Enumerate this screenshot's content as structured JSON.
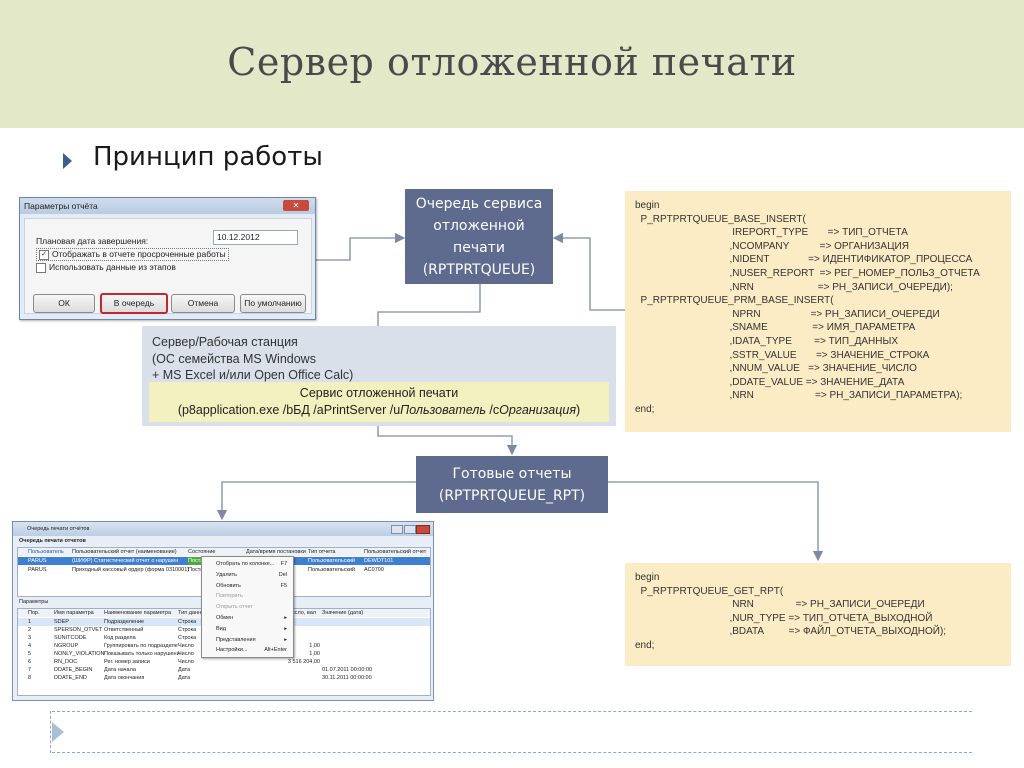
{
  "slide": {
    "title": "Сервер отложенной печати",
    "bullet": "Принцип работы"
  },
  "queue_box": {
    "label": "Очередь сервиса\nотложенной\nпечати\n(RPTPRTQUEUE)"
  },
  "ready_box": {
    "label": "Готовые отчеты\n(RPTPRTQUEUE_RPT)"
  },
  "code_insert": "begin\n  P_RPTPRTQUEUE_BASE_INSERT(\n                                   IREPORT_TYPE       => ТИП_ОТЧЕТА\n                                  ,NCOMPANY           => ОРГАНИЗАЦИЯ\n                                  ,NIDENT              => ИДЕНТИФИКАТОР_ПРОЦЕССА\n                                  ,NUSER_REPORT  => РЕГ_НОМЕР_ПОЛЬЗ_ОТЧЕТА\n                                  ,NRN                       => РН_ЗАПИСИ_ОЧЕРЕДИ);\n  P_RPTPRTQUEUE_PRM_BASE_INSERT(\n                                   NPRN                  => РН_ЗАПИСИ_ОЧЕРЕДИ\n                                  ,SNAME                => ИМЯ_ПАРАМЕТРА\n                                  ,IDATA_TYPE        => ТИП_ДАННЫХ\n                                  ,SSTR_VALUE       => ЗНАЧЕНИЕ_СТРОКА\n                                  ,NNUM_VALUE   => ЗНАЧЕНИЕ_ЧИСЛО\n                                  ,DDATE_VALUE => ЗНАЧЕНИЕ_ДАТА\n                                  ,NRN                      => РН_ЗАПИСИ_ПАРАМЕТРА);\nend;",
  "code_get": "begin\n  P_RPTPRTQUEUE_GET_RPT(\n                                   NRN               => РН_ЗАПИСИ_ОЧЕРЕДИ\n                                  ,NUR_TYPE => ТИП_ОТЧЕТА_ВЫХОДНОЙ\n                                  ,BDATA         => ФАЙЛ_ОТЧЕТА_ВЫХОДНОЙ);\nend;",
  "server": {
    "text": "Сервер/Рабочая станция\n(ОС семейства MS Windows\n+ MS Excel и/или Open Office Calc)",
    "service_line1": "Сервис отложенной печати",
    "service_line2_a": "(p8application.exe /bБД /aPrintServer /u",
    "service_line2_b": "Пользователь",
    "service_line2_c": " /c",
    "service_line2_d": "Организация",
    "service_line2_e": ")"
  },
  "dialog": {
    "title": "Параметры отчёта",
    "close": "✕",
    "date_label": "Плановая дата завершения:",
    "date_value": "10.12.2012",
    "check1_label": "Отображать в отчете просроченные работы",
    "check2_label": "Использовать данные из этапов",
    "ok": "ОК",
    "queue": "В очередь",
    "cancel": "Отмена",
    "default": "По умолчанию"
  },
  "app": {
    "title": "Очередь печати отчётов",
    "pane1_title": "Очередь печати отчетов",
    "columns1": [
      "Пользователь",
      "Пользовательский отчет (наименование)",
      "Состояние",
      "Дата/время постановки",
      "Тип отчета",
      "Пользовательский отчет"
    ],
    "rows1": [
      [
        "PARUS",
        "(ШИФР) Статистический отчет о нарушен",
        "Постав",
        "",
        "Пользовательский",
        "DEWDT101"
      ],
      [
        "PARUS",
        "Приходный кассовый ордер (форма 0310001)",
        "Постав",
        "",
        "Пользовательский",
        "AC0700"
      ]
    ],
    "pane2_title": "Параметры",
    "columns2": [
      "Пор.",
      "Имя параметра",
      "Наименование параметра",
      "Тип данных",
      "",
      "Число, вал",
      "Значение (дата)"
    ],
    "rows2": [
      [
        "1",
        "SDEP",
        "Подразделение",
        "Строка",
        "",
        "",
        ""
      ],
      [
        "2",
        "SPERSON_OTVET",
        "Ответственный",
        "Строка",
        "",
        "",
        ""
      ],
      [
        "3",
        "SUNITCODE",
        "Код раздела",
        "Строка",
        "",
        "",
        ""
      ],
      [
        "4",
        "NGROUP",
        "Группировать по подразделе",
        "Число",
        "",
        "1,00",
        ""
      ],
      [
        "5",
        "NONLY_VIOLATION",
        "Показывать только нарушени",
        "Число",
        "",
        "1,00",
        ""
      ],
      [
        "6",
        "RN_DOC",
        "Рег. номер записи",
        "Число",
        "",
        "3 516 204,00",
        ""
      ],
      [
        "7",
        "DDATE_BEGIN",
        "Дата начала",
        "Дата",
        "",
        "",
        "01.07.2011 00:00:00"
      ],
      [
        "8",
        "DDATE_END",
        "Дата окончания",
        "Дата",
        "",
        "",
        "30.11.2011 00:00:00"
      ]
    ]
  },
  "context_menu": [
    {
      "label": "Отобрать по колонке...",
      "key": "F7"
    },
    {
      "label": "Удалить",
      "key": "Del"
    },
    {
      "label": "Обновить",
      "key": "F5"
    },
    {
      "label": "Повторить",
      "key": ""
    },
    {
      "label": "Открыть отчет",
      "key": ""
    },
    {
      "label": "Обмен",
      "key": "▸"
    },
    {
      "label": "Вид",
      "key": "▸"
    },
    {
      "label": "Представления",
      "key": "▸"
    },
    {
      "label": "Настройки...",
      "key": "Alt+Enter"
    }
  ],
  "colors": {
    "title_band": "#e3e8c9",
    "nav_box": "#5f6b8e",
    "code_bg": "#fbecc6",
    "server_bg": "#d9e0ea",
    "service_bg": "#f1f0be",
    "connector": "#7d8aa6"
  }
}
